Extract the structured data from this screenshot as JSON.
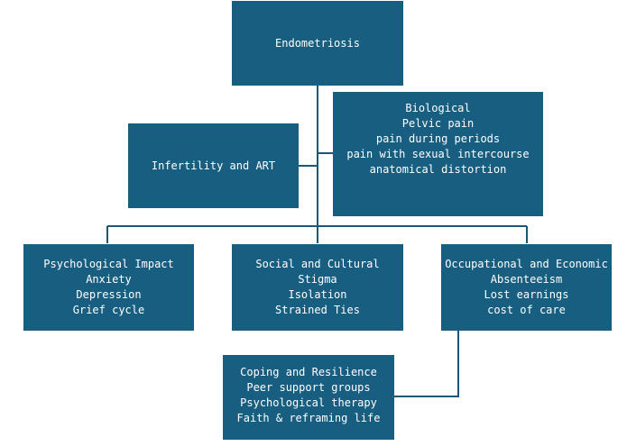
{
  "colors": {
    "box_fill": "#185e80",
    "box_text": "#ffffff",
    "connector": "#1a5676",
    "background": "#ffffff"
  },
  "nodes": {
    "root": {
      "lines": [
        "Endometriosis"
      ]
    },
    "infertility": {
      "lines": [
        "Infertility and ART"
      ]
    },
    "biological": {
      "lines": [
        "Biological",
        "Pelvic pain",
        "pain during periods",
        "pain with sexual intercourse",
        "anatomical distortion"
      ]
    },
    "psychological": {
      "lines": [
        "Psychological Impact",
        "Anxiety",
        "Depression",
        "Grief cycle"
      ]
    },
    "social": {
      "lines": [
        "Social and Cultural",
        "Stigma",
        "Isolation",
        "Strained Ties"
      ]
    },
    "occupational": {
      "lines": [
        "Occupational and Economic",
        "Absenteeism",
        "Lost earnings",
        "cost of care"
      ]
    },
    "coping": {
      "lines": [
        "Coping and Resilience",
        "Peer support groups",
        "Psychological therapy",
        "Faith & reframing life"
      ]
    }
  }
}
